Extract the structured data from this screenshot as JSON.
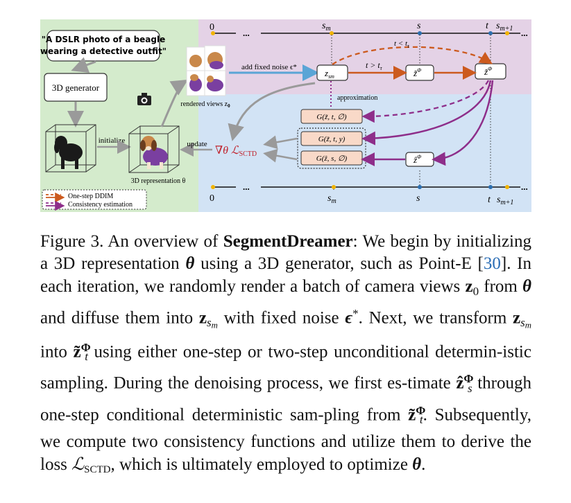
{
  "figure": {
    "prompt_line1": "\"A DSLR photo of a beagle",
    "prompt_line2": "wearing a detective outfit\"",
    "generator_label": "3D generator",
    "initialize_label": "initialize",
    "update_label": "update",
    "representation_label": "3D representation θ",
    "rendered_label": "rendered views z",
    "rendered_sub": "0",
    "add_noise_label": "add fixed noise ϵ*",
    "approximation_label": "approximation",
    "t_less": "t < t",
    "t_greater": "t > t",
    "t_sub": "τ",
    "z_sm_node": "z",
    "z_sm_sub": "sm",
    "zs_node": "ẑ",
    "zt_node": "z̃",
    "phi_sup": "Φ",
    "loss_label": "∇θ ℒ",
    "loss_sub": "SCTD",
    "g_uncond_t": "G(z̃, t, ∅)",
    "g_cond_t": "G(z̃, t, y)",
    "g_uncond_s": "G(ẑ, s, ∅)",
    "top_axis": {
      "zero": "0",
      "sm": "s",
      "sm_sub": "m",
      "s": "s",
      "t": "t",
      "sm1": "s",
      "sm1_sub": "m+1",
      "dots": "..."
    },
    "bottom_axis": {
      "zero": "0",
      "sm": "s",
      "sm_sub": "m",
      "s": "s",
      "t": "t",
      "sm1": "s",
      "sm1_sub": "m+1",
      "dots": "..."
    },
    "legend": {
      "item1": "One-step DDIM",
      "item2": "Consistency estimation"
    },
    "colors": {
      "green_bg": "#d4ebcc",
      "purple_bg": "#e4d2e6",
      "blue_bg": "#d2e3f5",
      "orange_arrow": "#cc5a1e",
      "purple_arrow": "#8e2e8a",
      "blue_arrow": "#5aa5d6",
      "gray_arrow": "#9a9a9a",
      "red_text": "#c0202a",
      "g_box": "#f9d9c8",
      "dot_yellow": "#f2b400",
      "dot_blue": "#2b6fb0"
    }
  },
  "caption": {
    "fig_label": "Figure 3.",
    "s1": " An overview of ",
    "name": "SegmentDreamer",
    "s2": ": We begin by initializing a 3D representation ",
    "theta": "θ",
    "s3": " using a 3D generator, such as Point-E [",
    "ref": "30",
    "s4": "]. In each iteration, we randomly render a batch of camera views ",
    "z0": "z",
    "z0_sub": "0",
    "s5": " from ",
    "s6": " and diffuse them into ",
    "zsm": "z",
    "zsm_sub": "s",
    "zsm_subsub": "m",
    "s7": " with fixed noise ",
    "eps": "ϵ",
    "eps_sup": "*",
    "s8": ". Next, we transform ",
    "s9": " into ",
    "ztilde": "z̃",
    "phi": "Φ",
    "t_sub": "t",
    "s10": " using either one-step or two-step unconditional determin-istic sampling. During the denoising process, we first es-timate ",
    "zhat": "ẑ",
    "s_sub": "s",
    "s11": " through one-step conditional deterministic sam-pling from ",
    "s12": ". Subsequently, we compute two consistency functions and utilize them to derive the loss ",
    "loss": "ℒ",
    "loss_sub": "SCTD",
    "s13": ", which is ultimately employed to optimize ",
    "s14": "."
  }
}
